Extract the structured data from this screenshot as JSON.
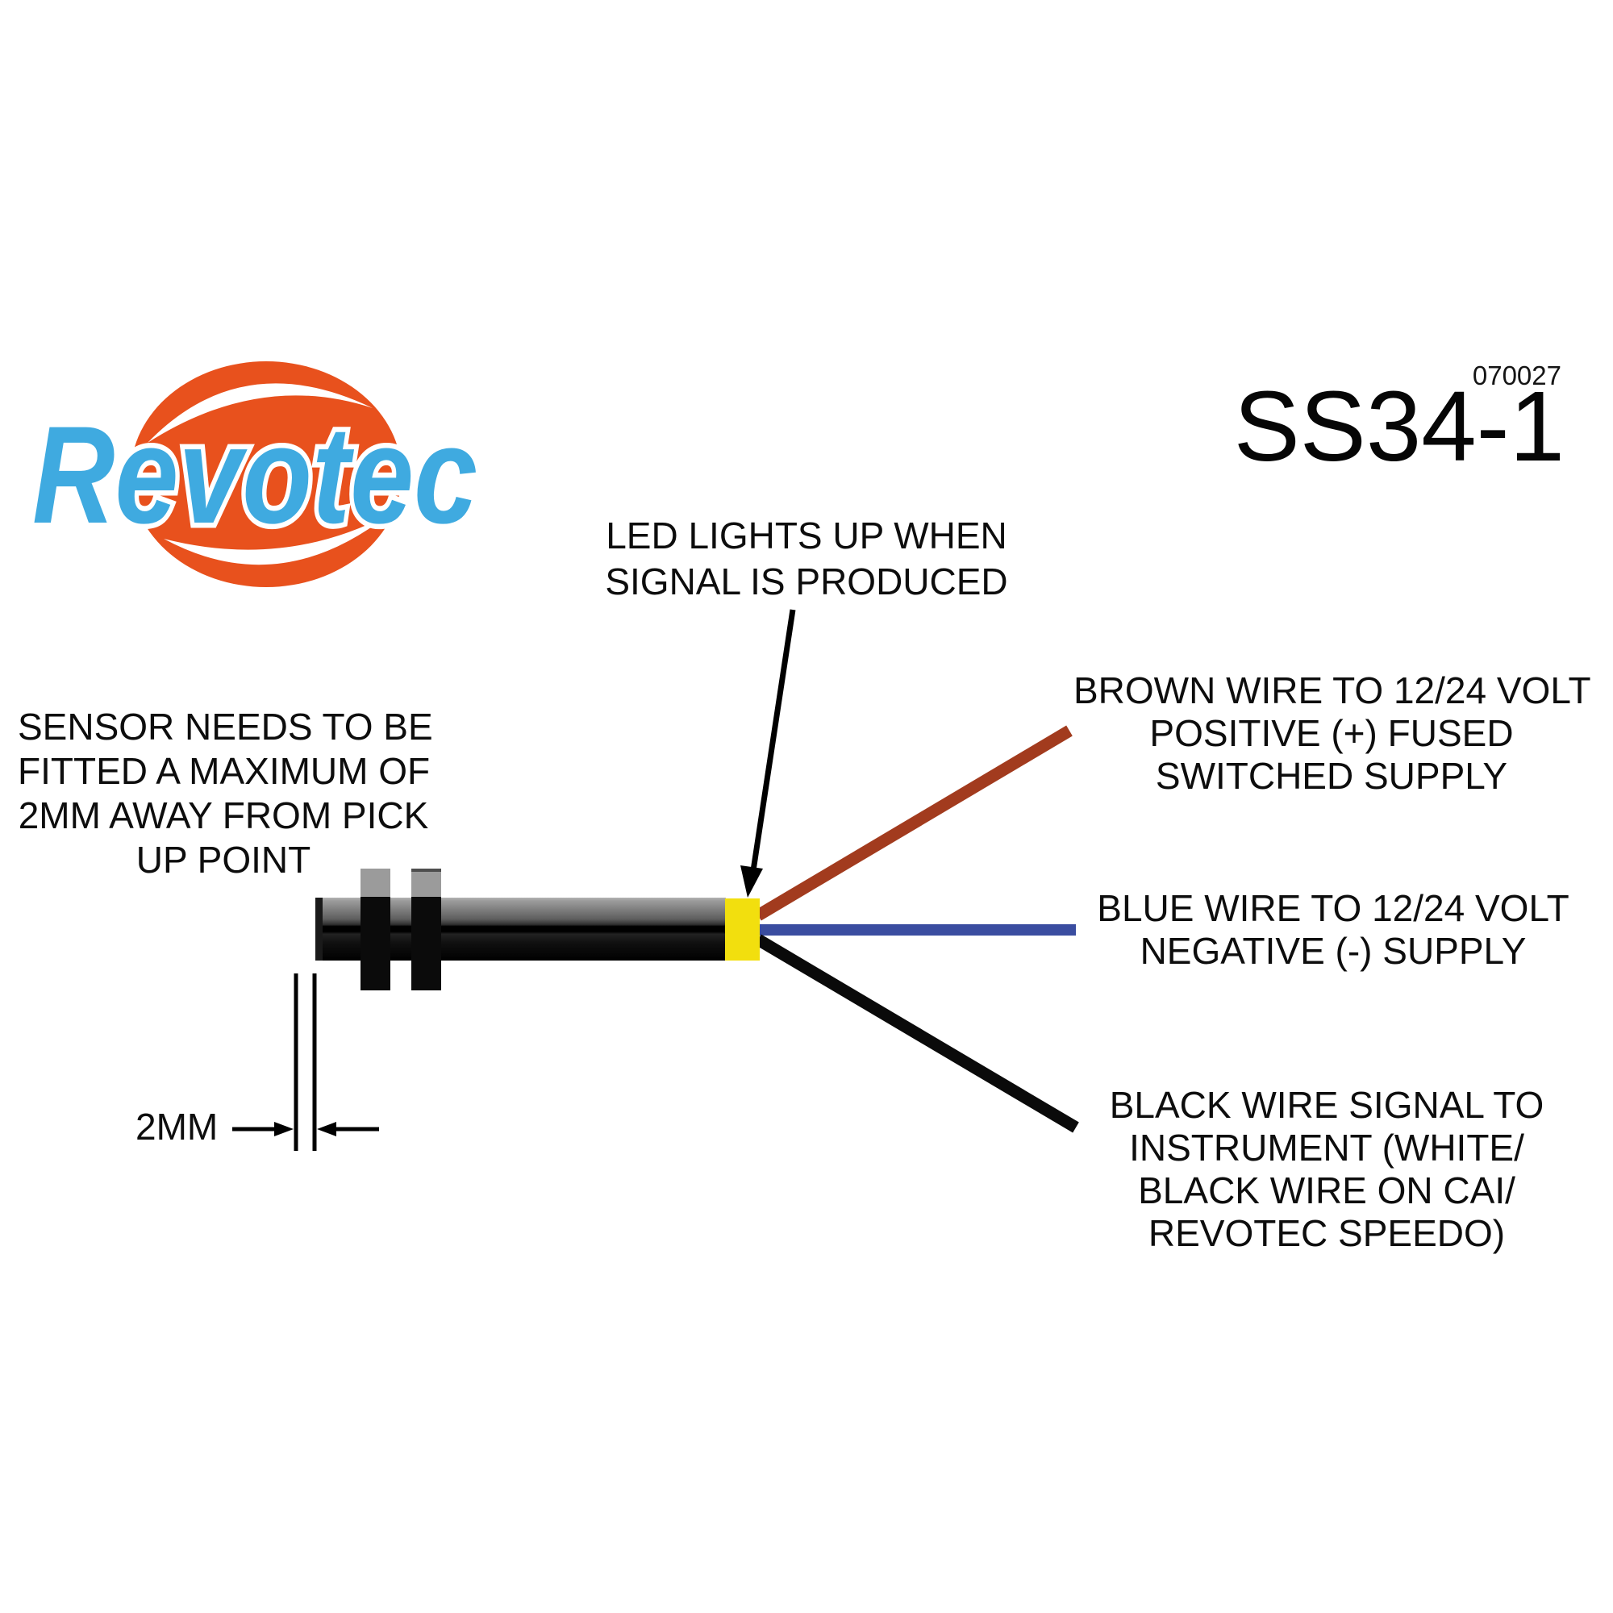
{
  "document": {
    "part_number": "070027",
    "model": "SS34-1"
  },
  "logo": {
    "text": "Revotec",
    "text_color": "#3FAAE0",
    "swirl_color": "#E8511D"
  },
  "labels": {
    "led_note": {
      "lines": [
        "LED LIGHTS UP WHEN",
        "SIGNAL IS PRODUCED"
      ]
    },
    "sensor_note": {
      "lines": [
        "SENSOR NEEDS TO BE",
        "FITTED A MAXIMUM OF",
        "2MM AWAY FROM PICK",
        "UP POINT"
      ]
    },
    "dimension_label": "2MM",
    "brown_wire_note": {
      "lines": [
        "BROWN WIRE TO 12/24 VOLT",
        "POSITIVE (+) FUSED",
        "SWITCHED SUPPLY"
      ]
    },
    "blue_wire_note": {
      "lines": [
        "BLUE WIRE TO 12/24 VOLT",
        "NEGATIVE (-) SUPPLY"
      ]
    },
    "black_wire_note": {
      "lines": [
        "BLACK WIRE SIGNAL TO",
        "INSTRUMENT (WHITE/",
        "BLACK WIRE ON CAI/",
        "REVOTEC SPEEDO)"
      ]
    }
  },
  "colors": {
    "wire_brown": "#A23B1E",
    "wire_blue": "#3A4DA0",
    "wire_black": "#0A0A0A",
    "led_tip_yellow": "#F2DF0E",
    "nut_gray": "#9B9B9B",
    "nut_black": "#0B0B0B",
    "annotation_black": "#000000"
  }
}
